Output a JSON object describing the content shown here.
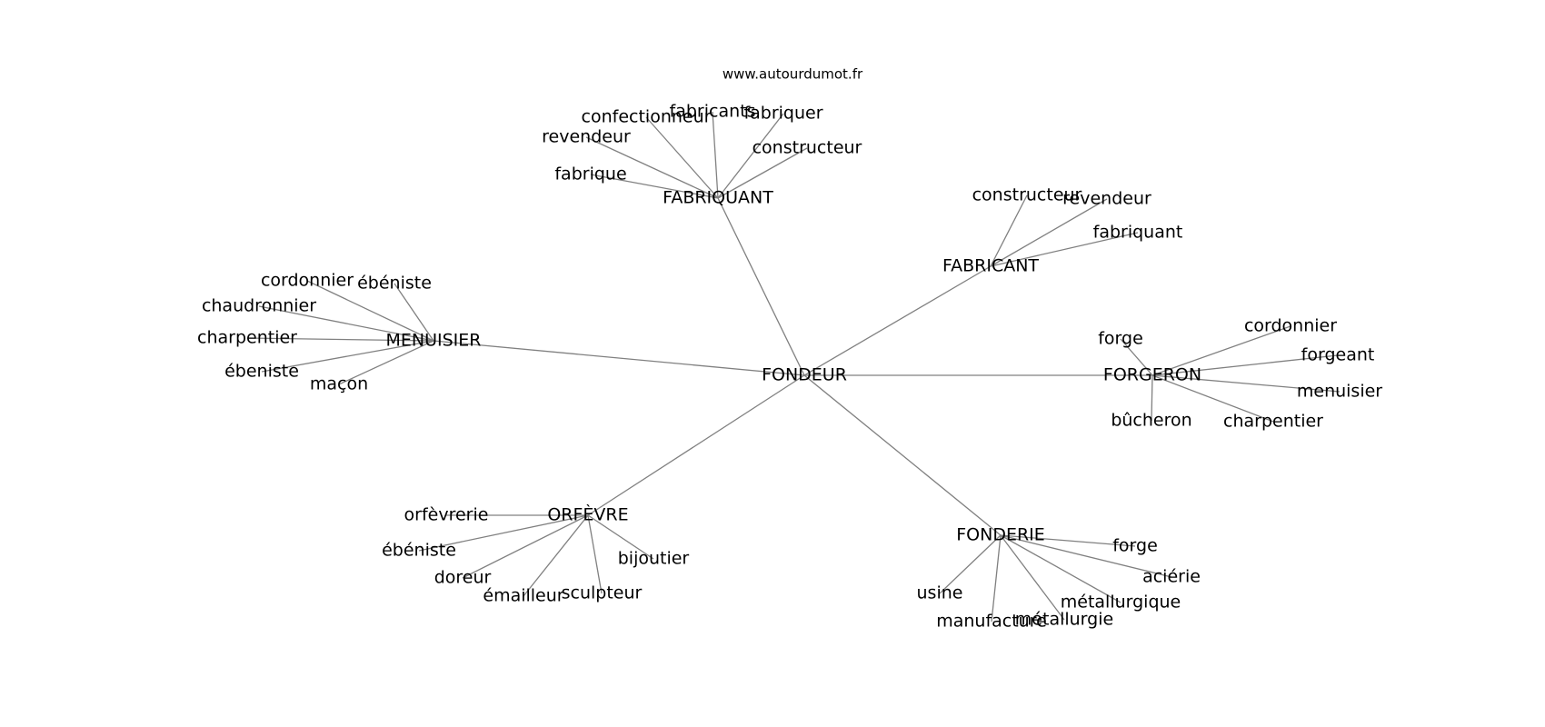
{
  "credit": "www.autourdumot.fr",
  "colors": {
    "edge": "#808080",
    "text": "#000000",
    "background": "#ffffff"
  },
  "center": "FONDEUR",
  "groups": [
    {
      "hub": "FABRIQUANT",
      "words": [
        "confectionneur",
        "fabricants",
        "fabriquer",
        "revendeur",
        "constructeur",
        "fabrique"
      ]
    },
    {
      "hub": "FABRICANT",
      "words": [
        "constructeur",
        "revendeur",
        "fabriquant"
      ]
    },
    {
      "hub": "MENUISIER",
      "words": [
        "cordonnier",
        "ébéniste",
        "chaudronnier",
        "charpentier",
        "ébeniste",
        "maçon"
      ]
    },
    {
      "hub": "FORGERON",
      "words": [
        "cordonnier",
        "forge",
        "forgeant",
        "menuisier",
        "bûcheron",
        "charpentier"
      ]
    },
    {
      "hub": "ORFÈVRE",
      "words": [
        "orfèvrerie",
        "ébéniste",
        "bijoutier",
        "doreur",
        "sculpteur",
        "émailleur"
      ]
    },
    {
      "hub": "FONDERIE",
      "words": [
        "forge",
        "aciérie",
        "métallurgique",
        "usine",
        "métallurgie",
        "manufacture"
      ]
    }
  ]
}
